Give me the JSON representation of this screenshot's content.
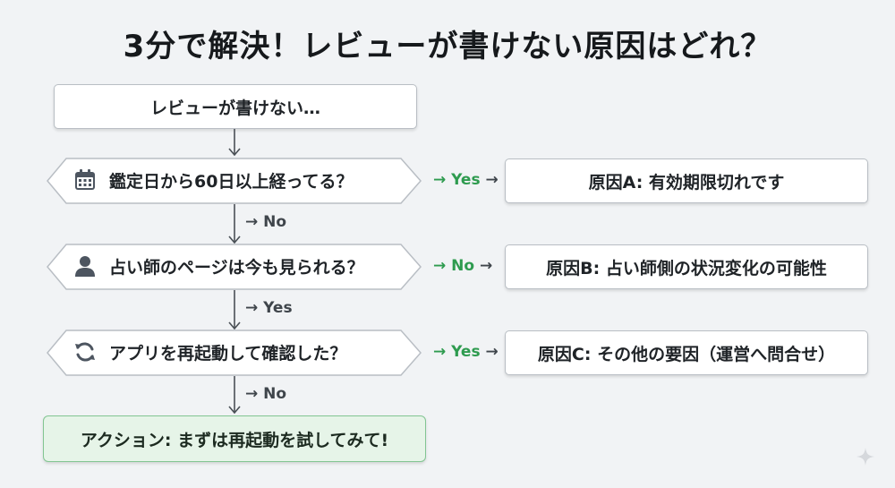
{
  "title": "3分で解決！レビューが書けない原因はどれ？",
  "start": {
    "label": "レビューが書けない…"
  },
  "questions": [
    {
      "label": "鑑定日から60日以上経ってる？",
      "icon": "calendar-icon"
    },
    {
      "label": "占い師のページは今も見られる？",
      "icon": "person-icon"
    },
    {
      "label": "アプリを再起動して確認した？",
      "icon": "refresh-icon"
    }
  ],
  "side_branches": [
    {
      "answer": "Yes",
      "color": "#2e9b4f"
    },
    {
      "answer": "No",
      "color": "#2e9b4f"
    },
    {
      "answer": "Yes",
      "color": "#2e9b4f"
    }
  ],
  "down_branches": [
    {
      "answer": "No"
    },
    {
      "answer": "Yes"
    },
    {
      "answer": "No"
    }
  ],
  "causes": [
    {
      "label": "原因A: 有効期限切れです"
    },
    {
      "label": "原因B: 占い師側の状況変化の可能性"
    },
    {
      "label": "原因C: その他の要因（運営へ問合せ）"
    }
  ],
  "action": {
    "label": "アクション: まずは再起動を試してみて!"
  },
  "colors": {
    "background": "#f1f3f5",
    "action_fill": "#e6f4e8",
    "action_border": "#82c592",
    "accent_green": "#2e9b4f"
  }
}
